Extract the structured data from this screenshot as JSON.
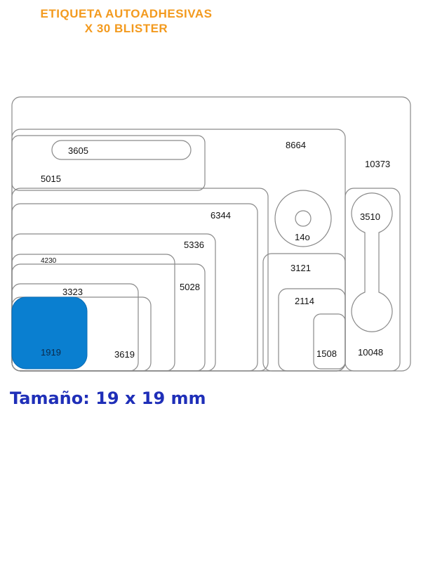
{
  "header": {
    "title_line1": "ETIQUETA AUTOADHESIVAS",
    "title_line2": "X 30 BLISTER"
  },
  "colors": {
    "title": "#f39a1e",
    "highlight": "#0a7fd0",
    "size_text": "#1f2fb8",
    "outline": "#8a8a8a"
  },
  "labels": {
    "l10373": "10373",
    "l8664": "8664",
    "l3605": "3605",
    "l5015": "5015",
    "l6344": "6344",
    "l5336": "5336",
    "l4230": "4230",
    "l5028": "5028",
    "l3323": "3323",
    "l1919": "1919",
    "l3619": "3619",
    "l14o": "14o",
    "l3121": "3121",
    "l2114": "2114",
    "l1508": "1508",
    "l3510": "3510",
    "l10048": "10048"
  },
  "selected_label": "1919",
  "size": {
    "text": "Tamaño: 19 x 19 mm"
  }
}
